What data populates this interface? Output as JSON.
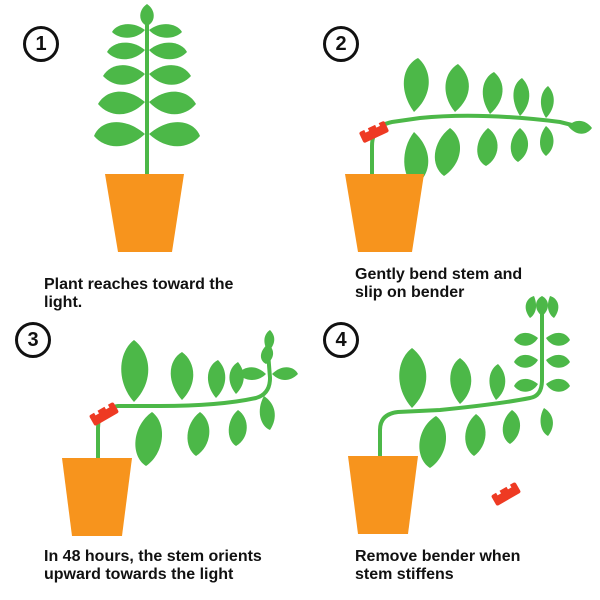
{
  "steps": [
    {
      "number": "1",
      "caption_line1": "Plant reaches toward the",
      "caption_line2": "light."
    },
    {
      "number": "2",
      "caption_line1": "Gently bend stem and",
      "caption_line2": "slip on bender"
    },
    {
      "number": "3",
      "caption_line1": "In 48 hours, the stem orients",
      "caption_line2": "upward towards the light"
    },
    {
      "number": "4",
      "caption_line1": "Remove bender when",
      "caption_line2": "stem stiffens"
    }
  ],
  "colors": {
    "leaf": "#4CB848",
    "pot": "#F7941D",
    "bender": "#EE3A23",
    "outline": "#111111"
  }
}
